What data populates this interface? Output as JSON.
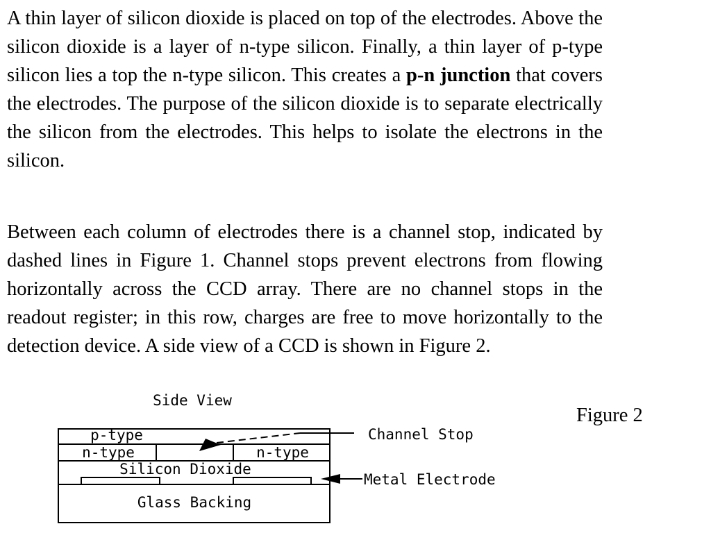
{
  "paragraph1": {
    "before_bold": "A thin layer of silicon dioxide is placed on top of the electrodes. Above the silicon dioxide is a layer of n-type silicon. Finally, a thin layer of p-type silicon lies a top the n-type silicon. This creates a ",
    "bold": "p-n junction",
    "after_bold": " that covers the electrodes. The purpose of the silicon dioxide is to separate electrically the silicon from the electrodes. This helps to isolate the electrons in the silicon."
  },
  "paragraph2": "Between each column of electrodes there is a channel stop, indicated by dashed lines in Figure 1. Channel stops prevent electrons from flowing horizontally across the CCD array. There are no channel stops in the readout register; in this row, charges are free to move horizontally to the detection device. A side view of a CCD is shown in Figure 2.",
  "figure": {
    "caption": "Figure 2",
    "title": "Side View",
    "labels": {
      "p_type": "p-type",
      "n_type_left": "n-type",
      "n_type_right": "n-type",
      "silicon_dioxide": "Silicon Dioxide",
      "glass_backing": "Glass Backing",
      "channel_stop": "Channel Stop",
      "metal_electrode": "Metal Electrode"
    }
  }
}
